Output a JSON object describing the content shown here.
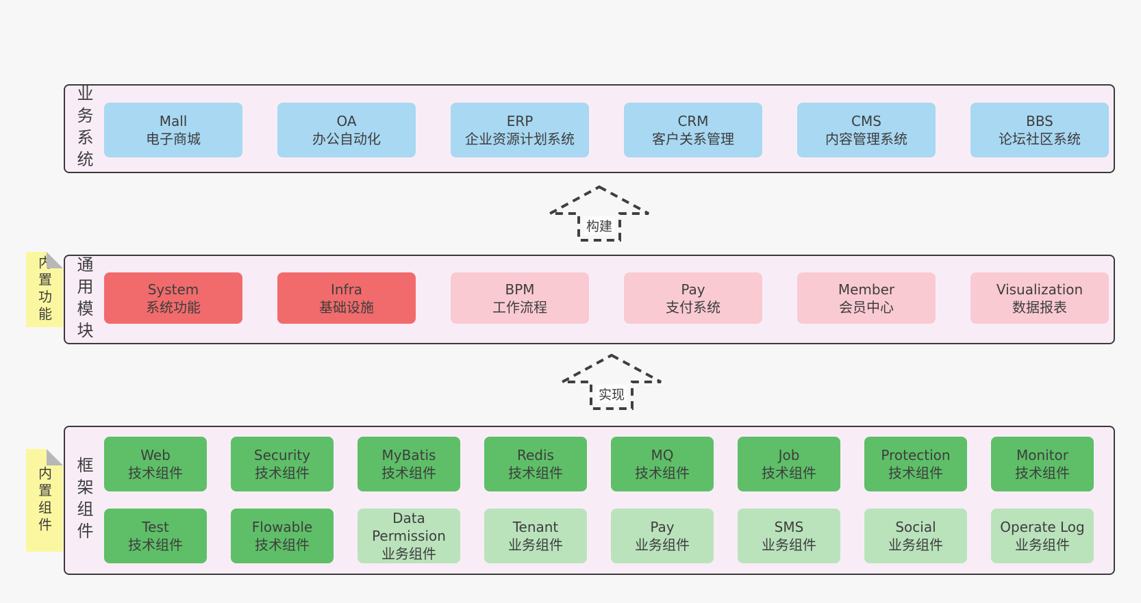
{
  "colors": {
    "page_bg": "#f7f7f7",
    "panel_bg": "#f8edf6",
    "panel_border": "#3a3a3a",
    "box_blue": "#a8d8f2",
    "box_red": "#f16b6c",
    "box_pink": "#f9cad2",
    "box_green": "#5ebf68",
    "box_light_green": "#bae3bc",
    "sticky_yellow": "#fbf7a0",
    "sticky_fold_gray": "#b7b7b7",
    "text": "#3d3d3d"
  },
  "arrows": [
    {
      "label": "构建"
    },
    {
      "label": "实现"
    }
  ],
  "sections": [
    {
      "id": "business-systems",
      "label": "业务系统",
      "rows": [
        [
          {
            "en": "Mall",
            "zh": "电子商城"
          },
          {
            "en": "OA",
            "zh": "办公自动化"
          },
          {
            "en": "ERP",
            "zh": "企业资源计划系统"
          },
          {
            "en": "CRM",
            "zh": "客户关系管理"
          },
          {
            "en": "CMS",
            "zh": "内容管理系统"
          },
          {
            "en": "BBS",
            "zh": "论坛社区系统"
          }
        ]
      ]
    },
    {
      "id": "common-modules",
      "label": "通用模块",
      "sticky": "内置功能",
      "rows": [
        [
          {
            "en": "System",
            "zh": "系统功能"
          },
          {
            "en": "Infra",
            "zh": "基础设施"
          },
          {
            "en": "BPM",
            "zh": "工作流程"
          },
          {
            "en": "Pay",
            "zh": "支付系统"
          },
          {
            "en": "Member",
            "zh": "会员中心"
          },
          {
            "en": "Visualization",
            "zh": "数据报表"
          }
        ]
      ]
    },
    {
      "id": "framework-components",
      "label": "框架组件",
      "sticky": "内置组件",
      "rows": [
        [
          {
            "en": "Web",
            "zh": "技术组件"
          },
          {
            "en": "Security",
            "zh": "技术组件"
          },
          {
            "en": "MyBatis",
            "zh": "技术组件"
          },
          {
            "en": "Redis",
            "zh": "技术组件"
          },
          {
            "en": "MQ",
            "zh": "技术组件"
          },
          {
            "en": "Job",
            "zh": "技术组件"
          },
          {
            "en": "Protection",
            "zh": "技术组件"
          },
          {
            "en": "Monitor",
            "zh": "技术组件"
          }
        ],
        [
          {
            "en": "Test",
            "zh": "技术组件"
          },
          {
            "en": "Flowable",
            "zh": "技术组件"
          },
          {
            "en": "Data Permission",
            "zh": "业务组件"
          },
          {
            "en": "Tenant",
            "zh": "业务组件"
          },
          {
            "en": "Pay",
            "zh": "业务组件"
          },
          {
            "en": "SMS",
            "zh": "业务组件"
          },
          {
            "en": "Social",
            "zh": "业务组件"
          },
          {
            "en": "Operate Log",
            "zh": "业务组件"
          }
        ]
      ]
    }
  ]
}
